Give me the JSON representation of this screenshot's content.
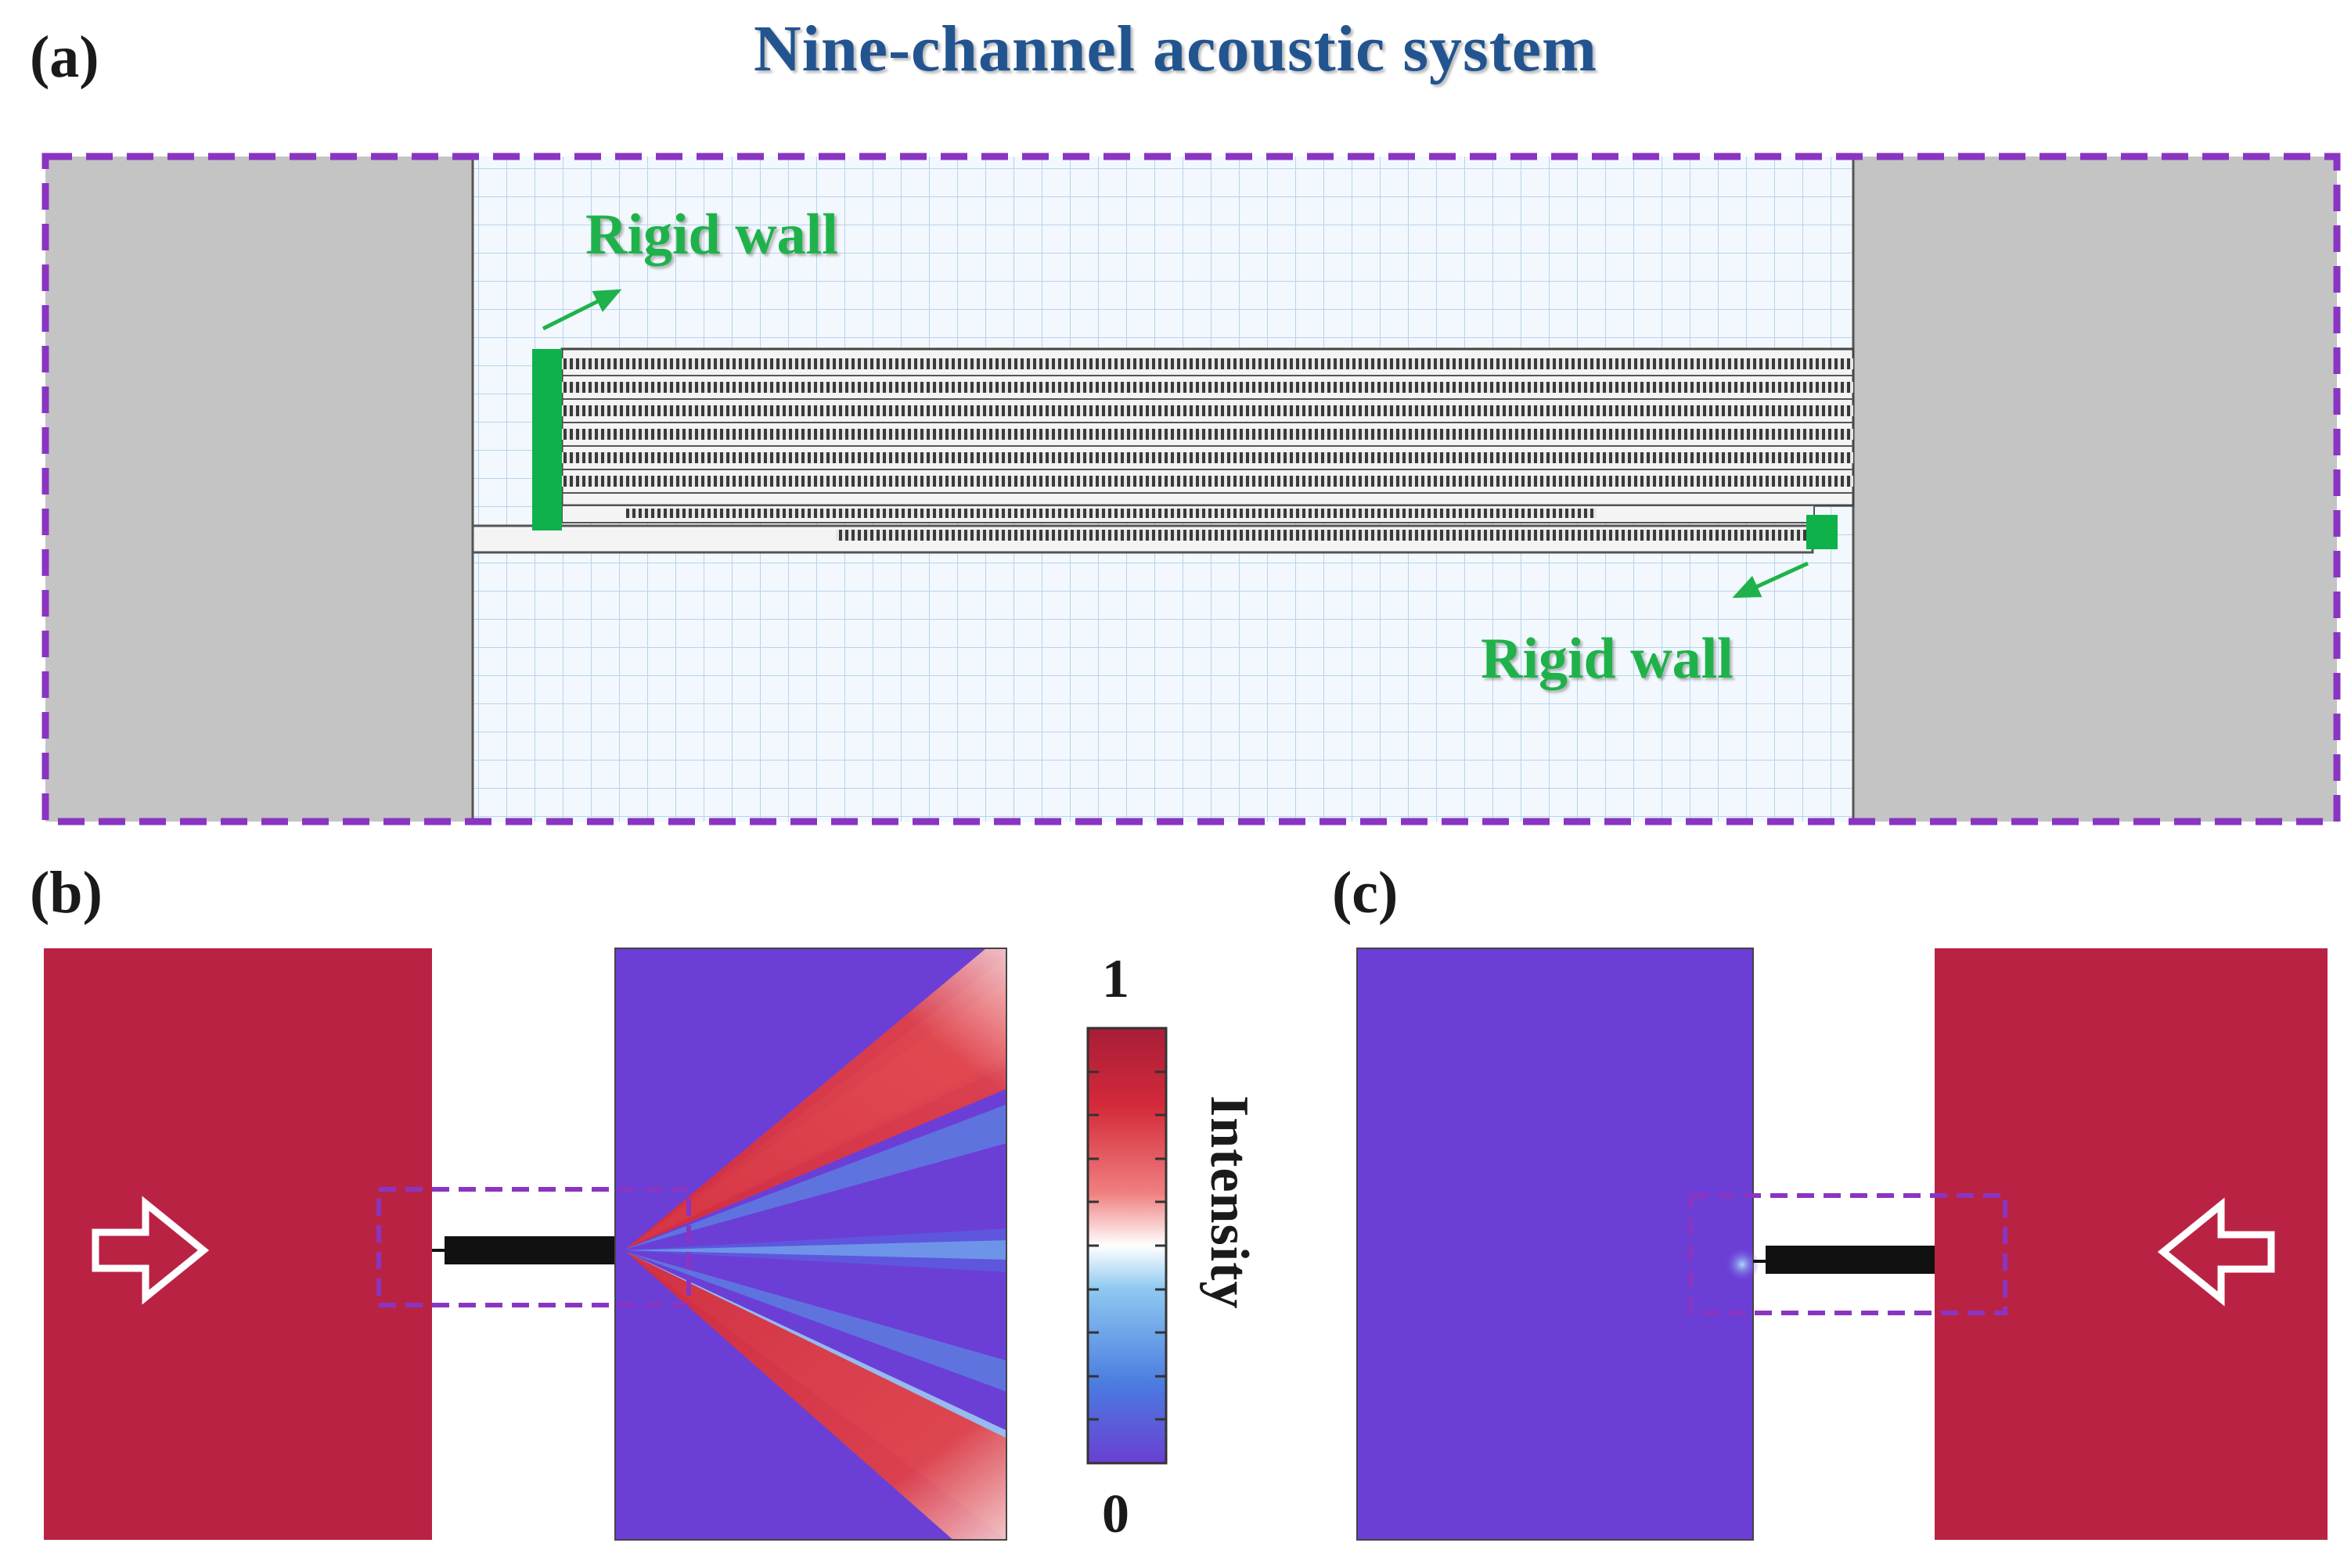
{
  "figure": {
    "title": "Nine-channel acoustic system"
  },
  "panel_a": {
    "label": "(a)",
    "callout_top": "Rigid wall",
    "callout_bottom": "Rigid wall",
    "colors": {
      "frame": "#8a35c2",
      "side_block": "#c4c4c4",
      "grid_bg": "#f2f8fd",
      "grid_line": "#b8d3ec",
      "rigid_wall": "#0fb24a",
      "callout": "#1fb24a"
    }
  },
  "panel_b": {
    "label": "(b)",
    "arrow_direction": "right",
    "colors": {
      "incident": "#ba2244",
      "background": "#6b3fd6"
    }
  },
  "colorbar": {
    "title": "Intensity",
    "max_label": "1",
    "min_label": "0",
    "stops": [
      "#6a3fd3",
      "#4a7be0",
      "#8ec8f0",
      "#ffffff",
      "#f08080",
      "#d42a3a",
      "#a81d37"
    ]
  },
  "panel_c": {
    "label": "(c)",
    "arrow_direction": "left",
    "colors": {
      "incident": "#ba2244",
      "background": "#6b3fd6"
    }
  }
}
